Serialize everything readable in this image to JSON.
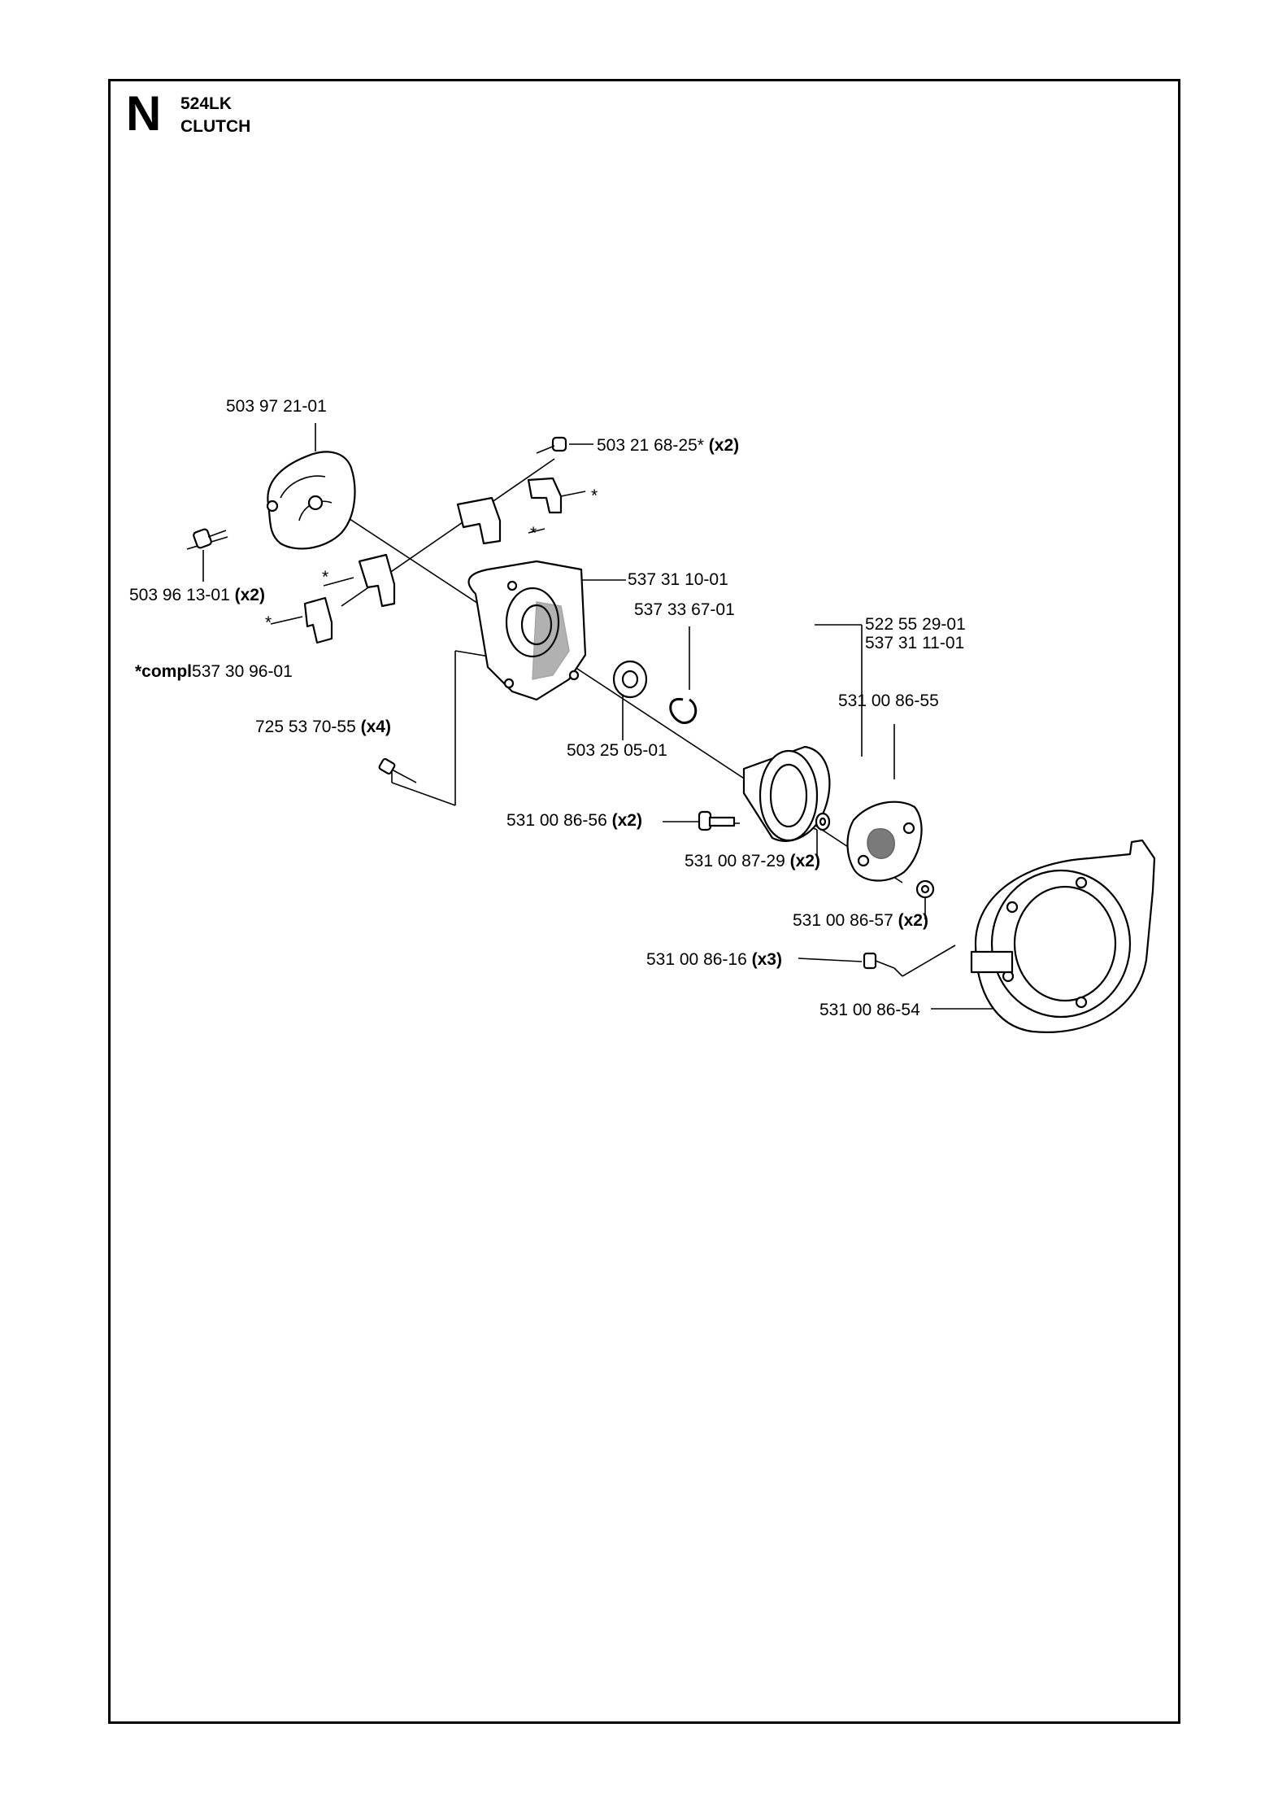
{
  "header": {
    "section_letter": "N",
    "model": "524LK",
    "title": "CLUTCH"
  },
  "parts": {
    "p_503972101": "503 97 21-01",
    "p_503216825": "503 21 68-25*",
    "p_503216825_qty": "(x2)",
    "p_503961301": "503 96 13-01",
    "p_503961301_qty": "(x2)",
    "p_537311001": "537 31 10-01",
    "p_537336701": "537 33 67-01",
    "p_522552901": "522 55 29-01",
    "p_537311101": "537 31 11-01",
    "compl_prefix": "*compl",
    "compl_number": "537 30 96-01",
    "p_531008655": "531 00 86-55",
    "p_725537055": "725 53 70-55",
    "p_725537055_qty": "(x4)",
    "p_503250501": "503 25 05-01",
    "p_531008656": "531 00 86-56",
    "p_531008656_qty": "(x2)",
    "p_531008729": "531 00 87-29",
    "p_531008729_qty": "(x2)",
    "p_531008657": "531 00 86-57",
    "p_531008657_qty": "(x2)",
    "p_531008616": "531 00 86-16",
    "p_531008616_qty": "(x3)",
    "p_531008654": "531 00 86-54",
    "asterisk": "*"
  }
}
